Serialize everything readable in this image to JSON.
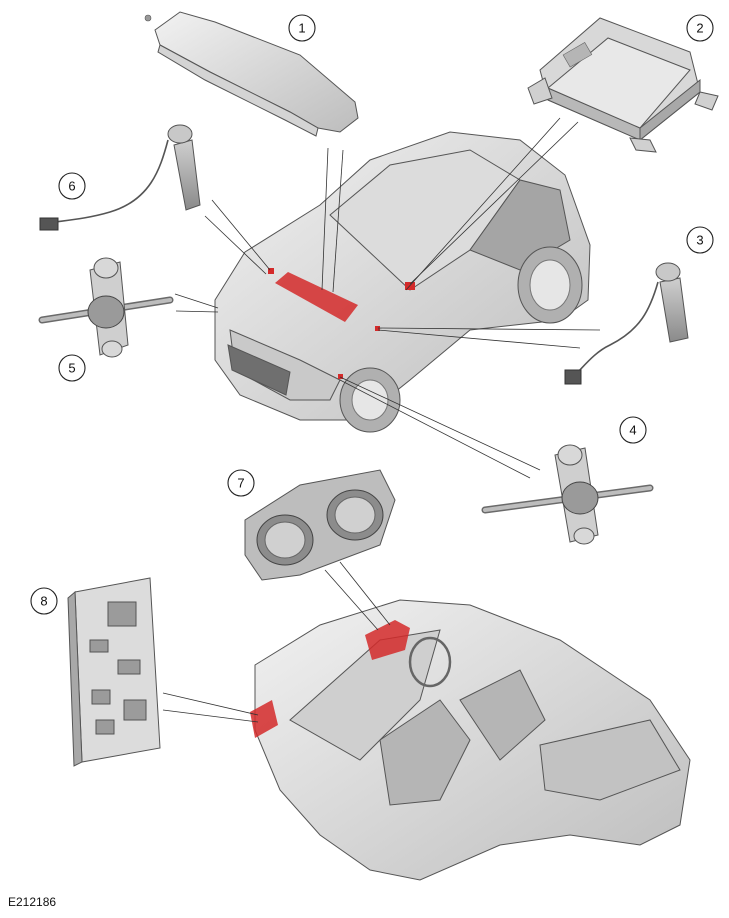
{
  "figure_code": "E212186",
  "callouts": [
    "1",
    "2",
    "3",
    "4",
    "5",
    "6",
    "7",
    "8"
  ],
  "colors": {
    "highlight": "#d42a2a",
    "part_light": "#e6e6e6",
    "part_mid": "#c4c4c4",
    "part_dark": "#8f8f8f",
    "line": "#333333"
  },
  "components": [
    {
      "callout": "1",
      "icon": "cowl-bracket-icon"
    },
    {
      "callout": "2",
      "icon": "control-module-icon"
    },
    {
      "callout": "3",
      "icon": "side-impact-sensor-icon"
    },
    {
      "callout": "4",
      "icon": "front-impact-sensor-icon"
    },
    {
      "callout": "5",
      "icon": "front-impact-sensor-icon"
    },
    {
      "callout": "6",
      "icon": "side-impact-sensor-icon"
    },
    {
      "callout": "7",
      "icon": "instrument-cluster-icon"
    },
    {
      "callout": "8",
      "icon": "junction-box-icon"
    }
  ]
}
